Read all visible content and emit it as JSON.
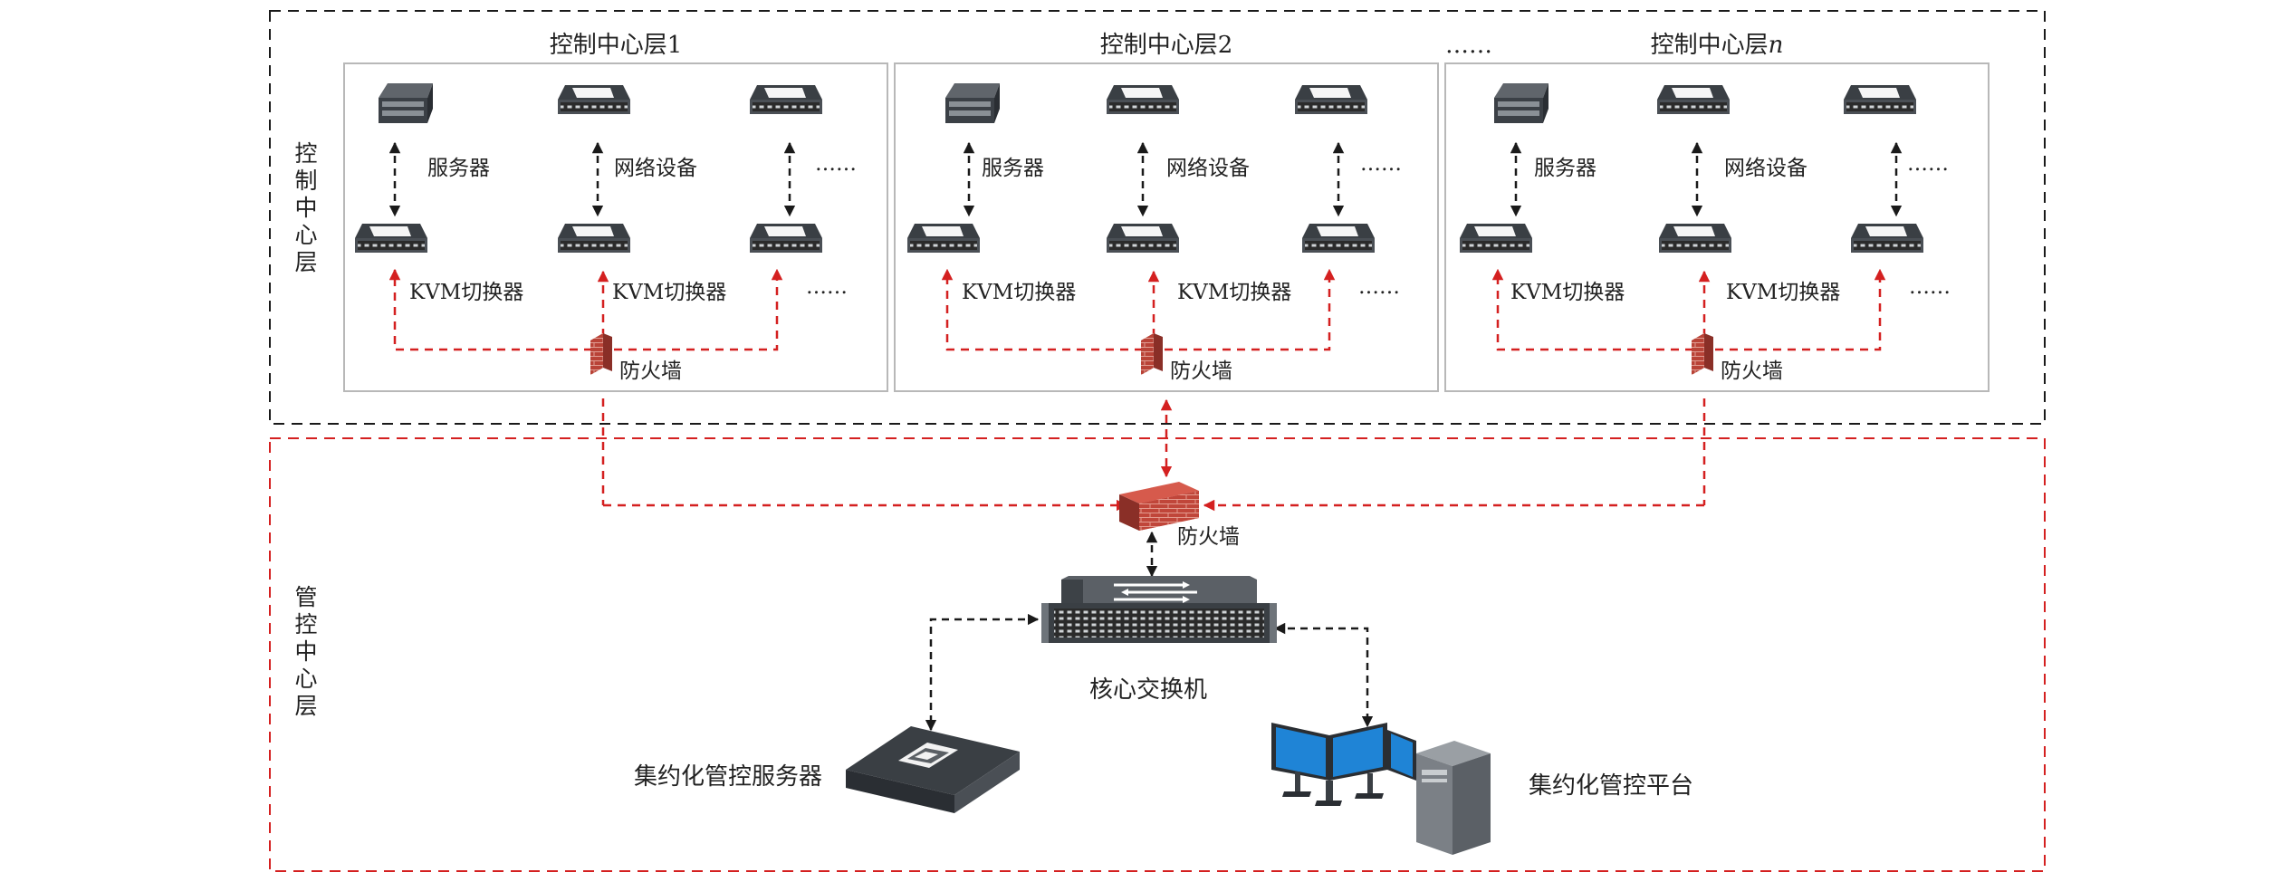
{
  "control_layer": {
    "side_label": "控制中心层",
    "ellipsis_between": "……",
    "groups": [
      {
        "title": "控制中心层1",
        "labels": {
          "server": "服务器",
          "network": "网络设备",
          "more_top": "……",
          "kvm1": "KVM切换器",
          "kvm2": "KVM切换器",
          "more_bottom": "……",
          "firewall": "防火墙"
        }
      },
      {
        "title": "控制中心层2",
        "labels": {
          "server": "服务器",
          "network": "网络设备",
          "more_top": "……",
          "kvm1": "KVM切换器",
          "kvm2": "KVM切换器",
          "more_bottom": "……",
          "firewall": "防火墙"
        }
      },
      {
        "title_prefix": "控制中心层",
        "title_suffix": "n",
        "labels": {
          "server": "服务器",
          "network": "网络设备",
          "more_top": "……",
          "kvm1": "KVM切换器",
          "kvm2": "KVM切换器",
          "more_bottom": "……",
          "firewall": "防火墙"
        }
      }
    ]
  },
  "management_layer": {
    "side_label": "管控中心层",
    "firewall": "防火墙",
    "core_switch": "核心交换机",
    "central_server": "集约化管控服务器",
    "central_platform": "集约化管控平台"
  },
  "colors": {
    "black_dashed": "#1a1a1a",
    "red_dashed": "#d42020",
    "group_border": "#b8b8b8",
    "brick": "#c0463a",
    "monitor_blue": "#1f84d6"
  },
  "icons": {
    "server": "rack-server-icon",
    "network": "network-switch-icon",
    "kvm": "kvm-switch-icon",
    "firewall": "brick-firewall-icon",
    "core_switch": "core-switch-icon",
    "central_server": "management-server-icon",
    "central_platform": "workstation-monitors-icon"
  }
}
